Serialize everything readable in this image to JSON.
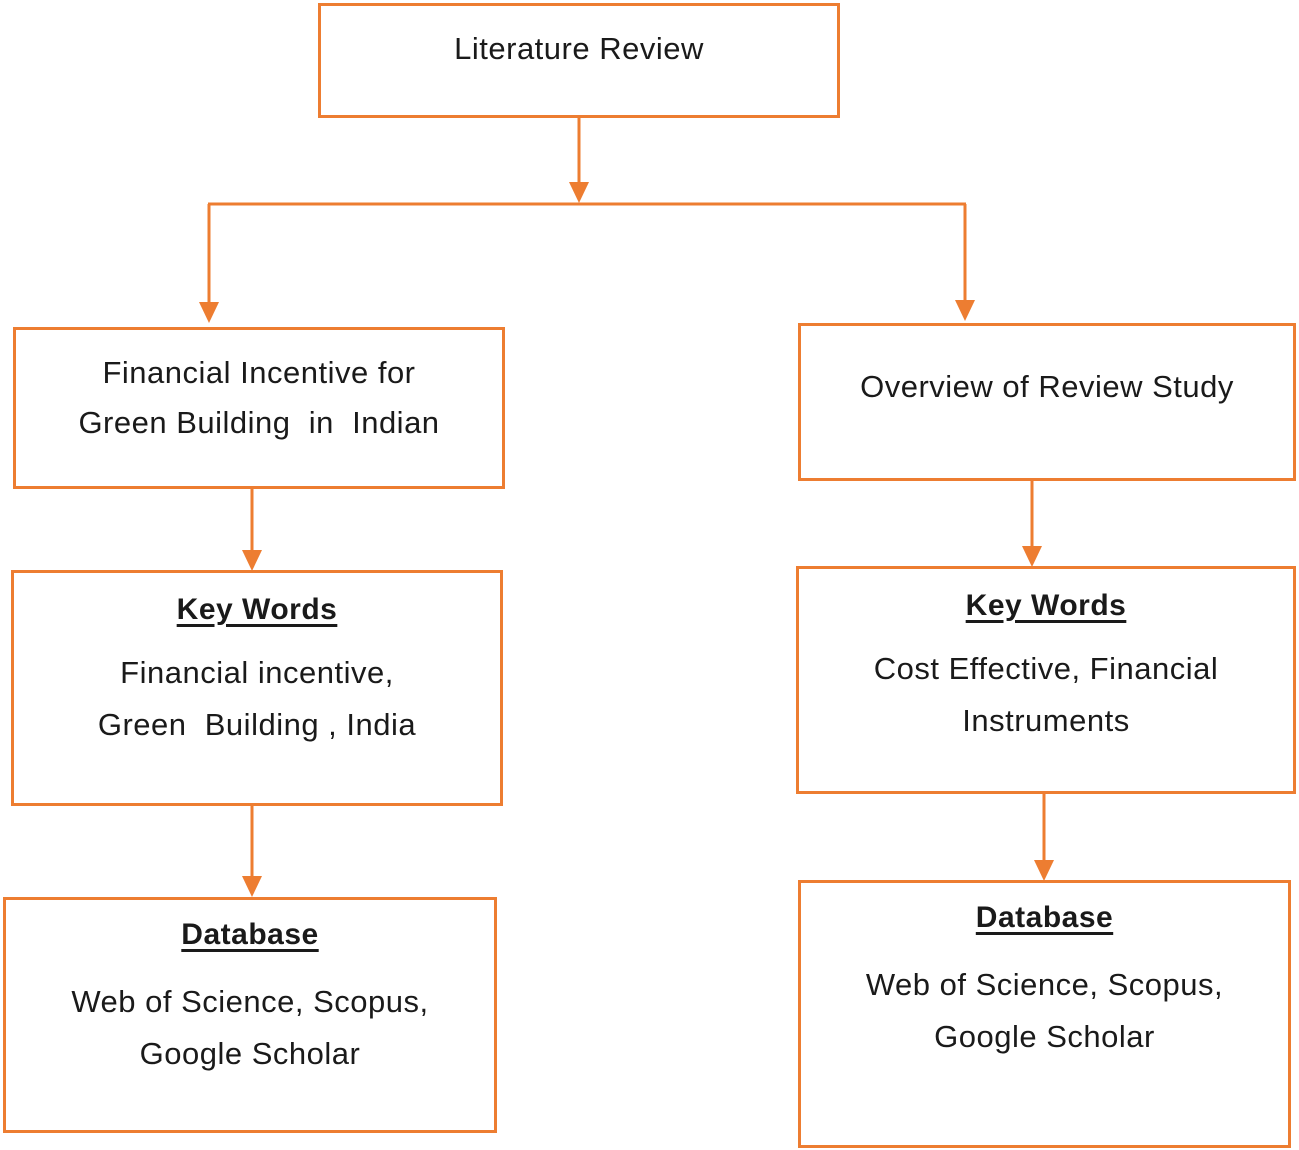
{
  "root": {
    "title": "Literature Review"
  },
  "left": {
    "topic_lines": [
      "Financial Incentive for",
      "Green Building  in  Indian"
    ],
    "keywords": {
      "heading": "Key Words",
      "lines": [
        "Financial incentive,",
        "Green  Building , India"
      ]
    },
    "database": {
      "heading": "Database",
      "lines": [
        "Web of Science, Scopus,",
        "Google Scholar"
      ]
    }
  },
  "right": {
    "topic_lines": [
      "Overview of Review Study"
    ],
    "keywords": {
      "heading": "Key Words",
      "lines": [
        "Cost Effective, Financial",
        "Instruments"
      ]
    },
    "database": {
      "heading": "Database",
      "lines": [
        "Web of Science, Scopus,",
        "Google Scholar"
      ]
    }
  },
  "colors": {
    "accent": "#ED7D31",
    "text": "#1a1a1a"
  }
}
